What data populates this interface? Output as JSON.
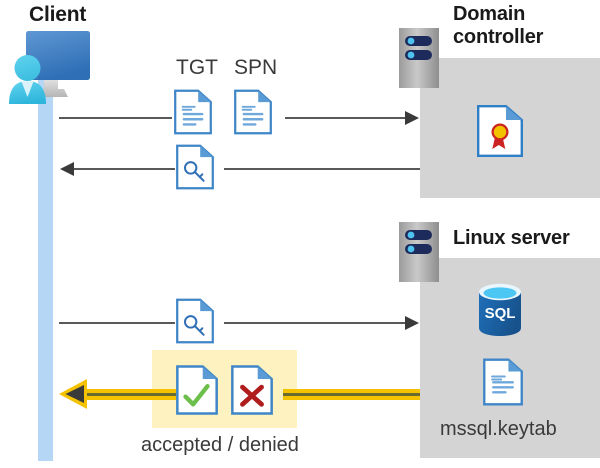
{
  "diagram": {
    "title_client": "Client",
    "title_domain_controller": "Domain\ncontroller",
    "title_domain_controller_line1": "Domain",
    "title_domain_controller_line2": "controller",
    "title_linux_server": "Linux server",
    "label_tgt": "TGT",
    "label_spn": "SPN",
    "label_keytab": "mssql.keytab",
    "label_result": "accepted / denied",
    "colors": {
      "panel_gray": "#d4d4d4",
      "lifeline_blue": "#b5d6f5",
      "highlight_yellow": "#fdf2c0",
      "arrow_gray": "#595959",
      "arrow_yellow": "#f5c200",
      "doc_blue": "#3f86c8",
      "accent_blue": "#2f6fb5",
      "sql_blue": "#1f6fba",
      "check_green": "#6dbf4b",
      "cross_red": "#b01d1d",
      "seal_gold": "#f2c200",
      "seal_red": "#cc2222",
      "server_navy": "#1d2a5c",
      "server_dot": "#4ec3f0",
      "text_dark": "#1a1a1a",
      "text_body": "#3a3a3a"
    },
    "icons": {
      "client": "user-monitor-icon",
      "tgt_doc": "document-icon",
      "spn_doc": "document-icon",
      "ticket_key_doc": "document-key-icon",
      "service_key_doc": "document-key-icon",
      "certificate": "certificate-document-icon",
      "sql_db": "sql-database-icon",
      "keytab_doc": "document-icon",
      "accepted_doc": "document-check-icon",
      "denied_doc": "document-cross-icon",
      "dc_server": "server-rack-icon",
      "linux_server": "server-rack-icon"
    },
    "flows": [
      {
        "name": "client-to-dc-request",
        "direction": "right"
      },
      {
        "name": "dc-to-client-ticket",
        "direction": "left"
      },
      {
        "name": "client-to-linux-request",
        "direction": "right"
      },
      {
        "name": "linux-to-client-result",
        "direction": "left"
      }
    ]
  }
}
